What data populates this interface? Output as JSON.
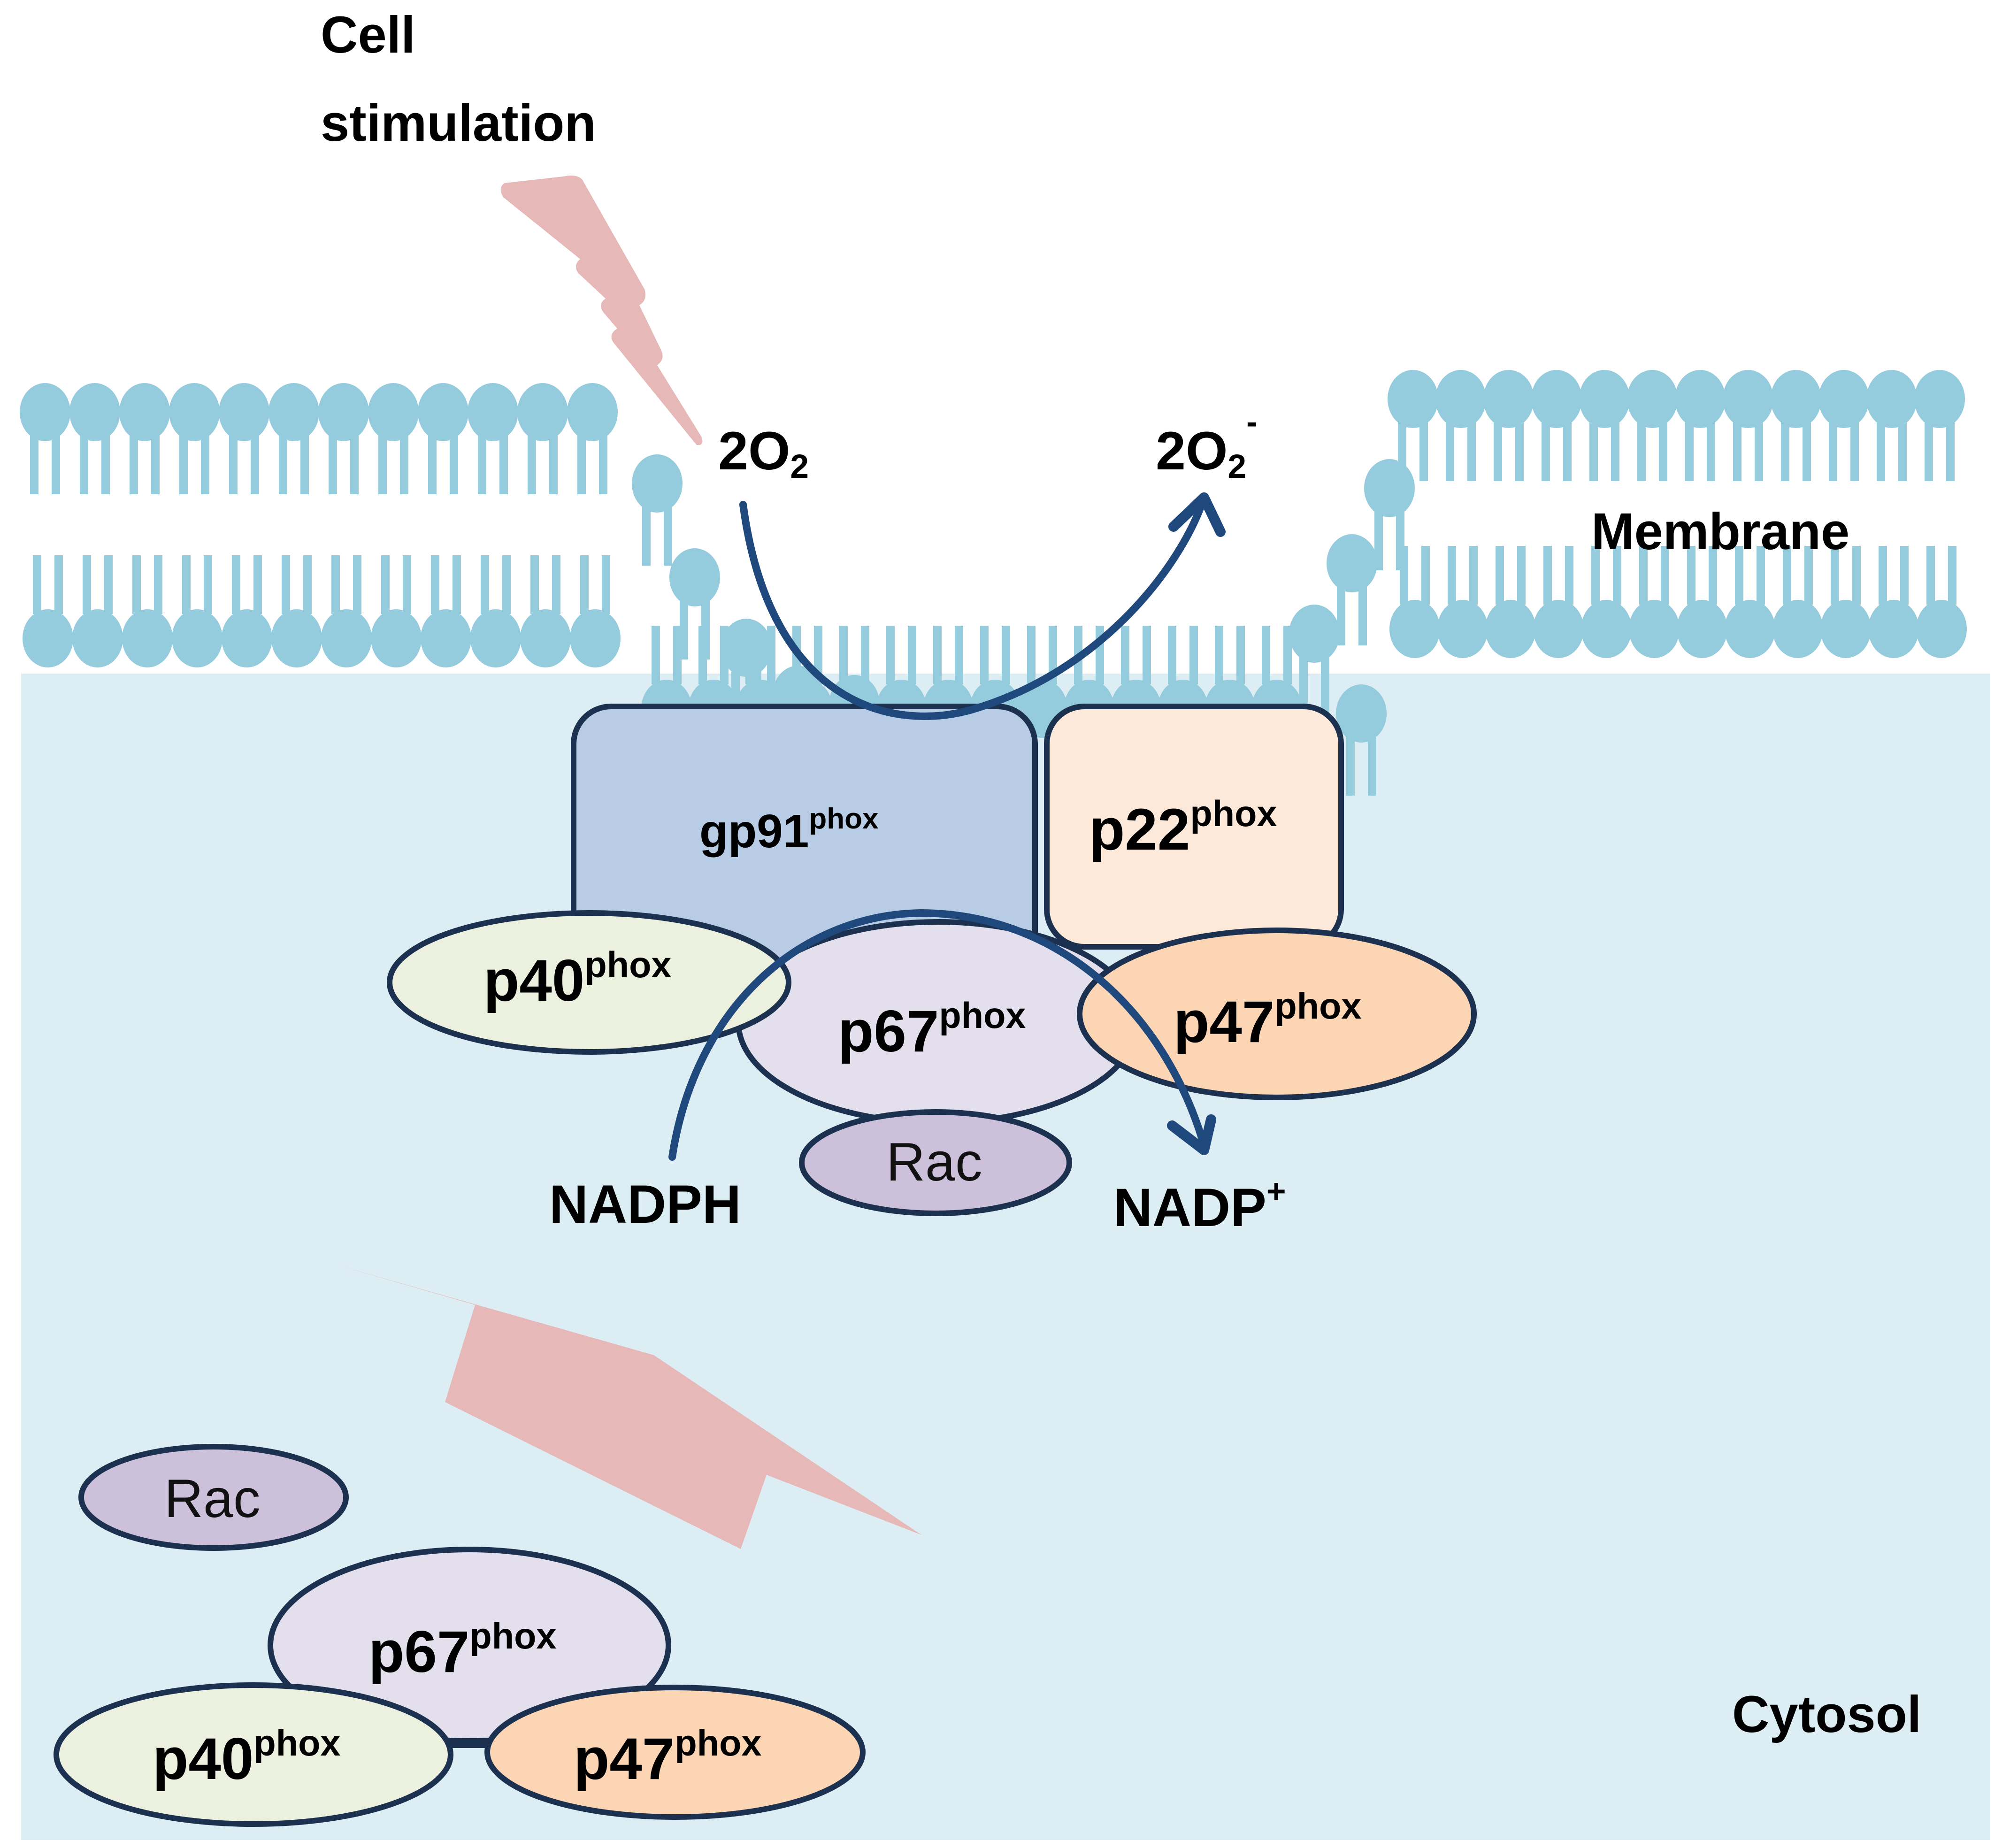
{
  "title": "NADPH oxidase (NOX2) activation upon cell stimulation",
  "colors": {
    "cytosol": "#dceef4",
    "lipid": "#94ccdd",
    "outline": "#1c3150",
    "arrow": "#1f497d",
    "bolt": "#e6b8b7",
    "gp91": "#b8cde5",
    "p22": "#fde9d9",
    "p40": "#ebf1de",
    "p67": "#e4dfec",
    "p47": "#fcd5b4",
    "rac": "#ccc0da"
  },
  "labels": {
    "stimulus_line1": "Cell",
    "stimulus_line2": "stimulation",
    "membrane": "Membrane",
    "cytosol": "Cytosol",
    "substrate_o2": {
      "base": "2O",
      "sub": "2"
    },
    "product_superoxide": {
      "base": "2O",
      "sub": "2",
      "sup": "-"
    },
    "nadph": "NADPH",
    "nadp": {
      "base": "NADP",
      "sup": "+"
    }
  },
  "membrane_complex": {
    "gp91": {
      "base": "gp91",
      "sup": "phox"
    },
    "p22": {
      "base": "p22",
      "sup": "phox"
    },
    "p40": {
      "base": "p40",
      "sup": "phox"
    },
    "p67": {
      "base": "p67",
      "sup": "phox"
    },
    "p47": {
      "base": "p47",
      "sup": "phox"
    },
    "rac": "Rac"
  },
  "cytosolic_complex": {
    "p67": {
      "base": "p67",
      "sup": "phox"
    },
    "p40": {
      "base": "p40",
      "sup": "phox"
    },
    "p47": {
      "base": "p47",
      "sup": "phox"
    },
    "rac": "Rac"
  }
}
